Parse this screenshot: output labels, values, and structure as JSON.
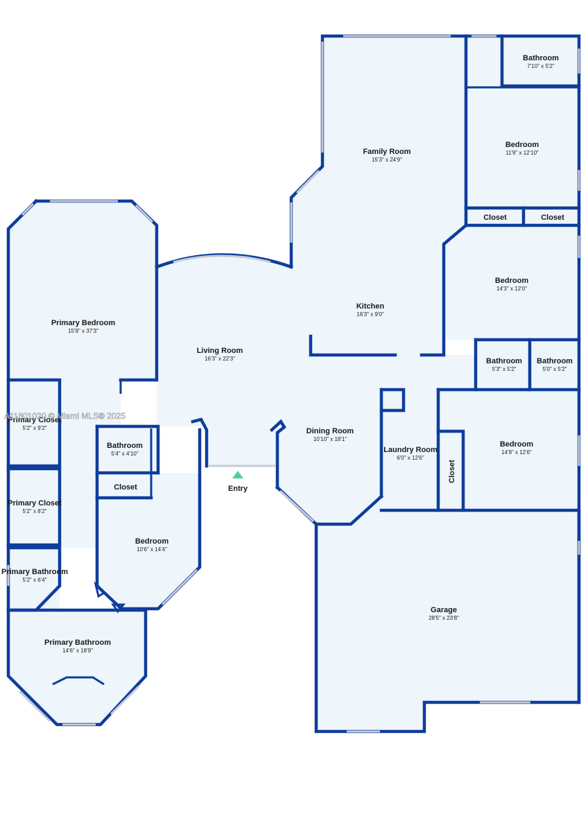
{
  "colors": {
    "wall": "#0f3d9c",
    "floor": "#eef6fc",
    "window": "#c7ccd6",
    "entry_marker": "#4fcfa0",
    "background": "#ffffff"
  },
  "watermark": "A11801020 © Miami MLS® 2025",
  "entry": {
    "label": "Entry",
    "icon": "triangle-up-icon"
  },
  "rooms": {
    "family_room": {
      "name": "Family Room",
      "dims": "15'3\" x 24'9\""
    },
    "bathroom_top": {
      "name": "Bathroom",
      "dims": "7'10\" x 5'2\""
    },
    "bedroom_ne": {
      "name": "Bedroom",
      "dims": "11'9\" x 12'10\""
    },
    "closet_ne_1": {
      "name": "Closet"
    },
    "closet_ne_2": {
      "name": "Closet"
    },
    "bedroom_e": {
      "name": "Bedroom",
      "dims": "14'3\" x 12'0\""
    },
    "kitchen": {
      "name": "Kitchen",
      "dims": "16'3\" x 9'0\""
    },
    "bathroom_e1": {
      "name": "Bathroom",
      "dims": "5'3\" x 5'2\""
    },
    "bathroom_e2": {
      "name": "Bathroom",
      "dims": "5'0\" x 5'2\""
    },
    "living_room": {
      "name": "Living Room",
      "dims": "16'3\" x 22'3\""
    },
    "primary_bedroom": {
      "name": "Primary Bedroom",
      "dims": "15'9\" x 37'3\""
    },
    "primary_closet_1": {
      "name": "Primary Closet",
      "dims": "5'2\" x 9'2\""
    },
    "primary_closet_2": {
      "name": "Primary Closet",
      "dims": "5'2\" x 8'2\""
    },
    "primary_bath_small": {
      "name": "Primary Bathroom",
      "dims": "5'2\" x 6'4\""
    },
    "primary_bathroom": {
      "name": "Primary Bathroom",
      "dims": "14'6\" x 18'9\""
    },
    "bathroom_w": {
      "name": "Bathroom",
      "dims": "5'4\" x 4'10\""
    },
    "closet_w": {
      "name": "Closet"
    },
    "bedroom_w": {
      "name": "Bedroom",
      "dims": "10'6\" x 14'4\""
    },
    "dining_room": {
      "name": "Dining Room",
      "dims": "10'10\" x 18'1\""
    },
    "laundry_room": {
      "name": "Laundry Room",
      "dims": "6'0\" x 12'6\""
    },
    "closet_se": {
      "name": "Closet"
    },
    "bedroom_se": {
      "name": "Bedroom",
      "dims": "14'9\" x 12'6\""
    },
    "garage": {
      "name": "Garage",
      "dims": "28'5\" x 23'8\""
    }
  }
}
